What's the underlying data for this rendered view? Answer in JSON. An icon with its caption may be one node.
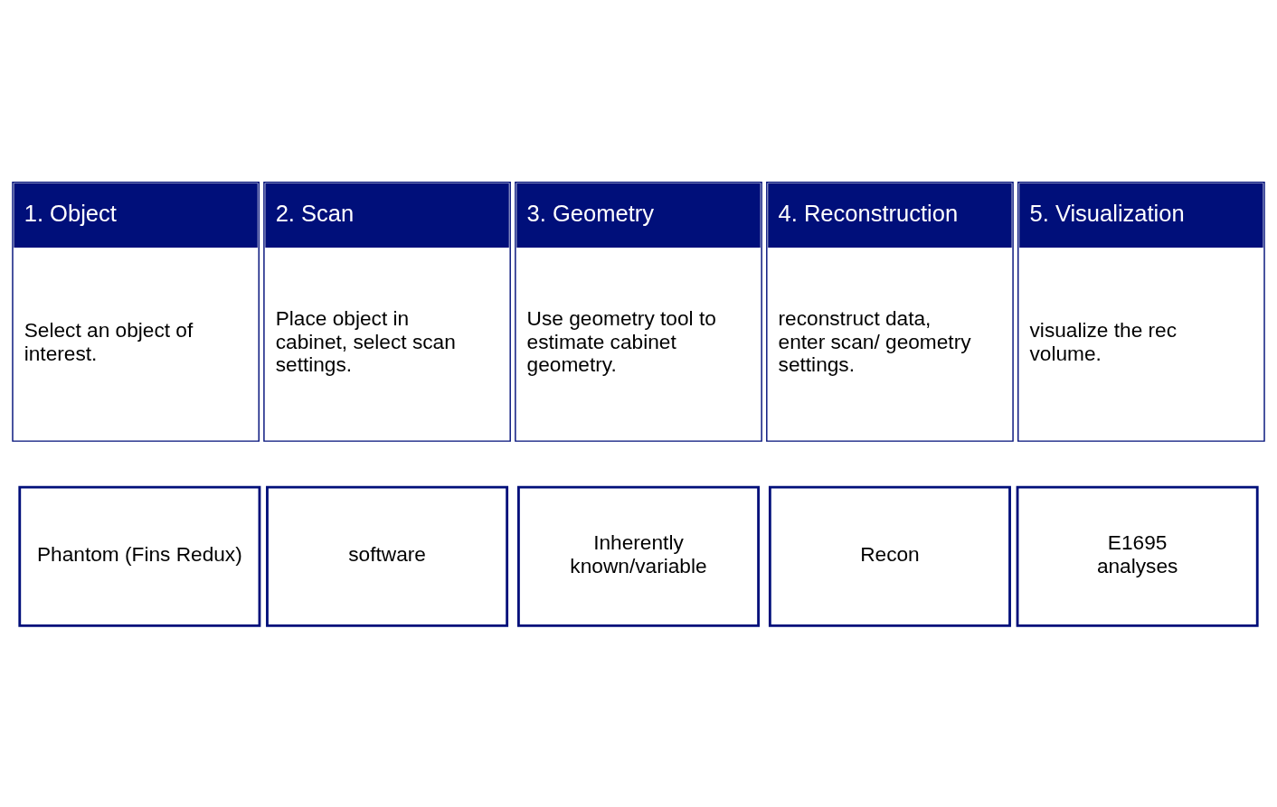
{
  "diagram": {
    "nodes": [
      {
        "text": [
          "1. Object",
          "Select an object of interest."
        ]
      },
      {
        "text": [
          "2. Scan",
          "Place object in cabinet, select scan settings."
        ]
      },
      {
        "text": [
          "3. Geometry",
          "Use geometry tool to estimate cabinet geometry."
        ]
      },
      {
        "text": [
          "4. Reconstruction",
          "reconstruct data, enter scan/ geometry settings."
        ]
      },
      {
        "text": [
          "5. Visualization",
          "visualize the rec volume."
        ]
      },
      {
        "text": [
          "Phantom (Fins Redux)"
        ]
      },
      {
        "text": [
          "software"
        ]
      },
      {
        "text": [
          "Inherently known/variable"
        ]
      },
      {
        "text": [
          "Recon"
        ]
      },
      {
        "text": [
          "E1695 analyses"
        ]
      }
    ]
  }
}
